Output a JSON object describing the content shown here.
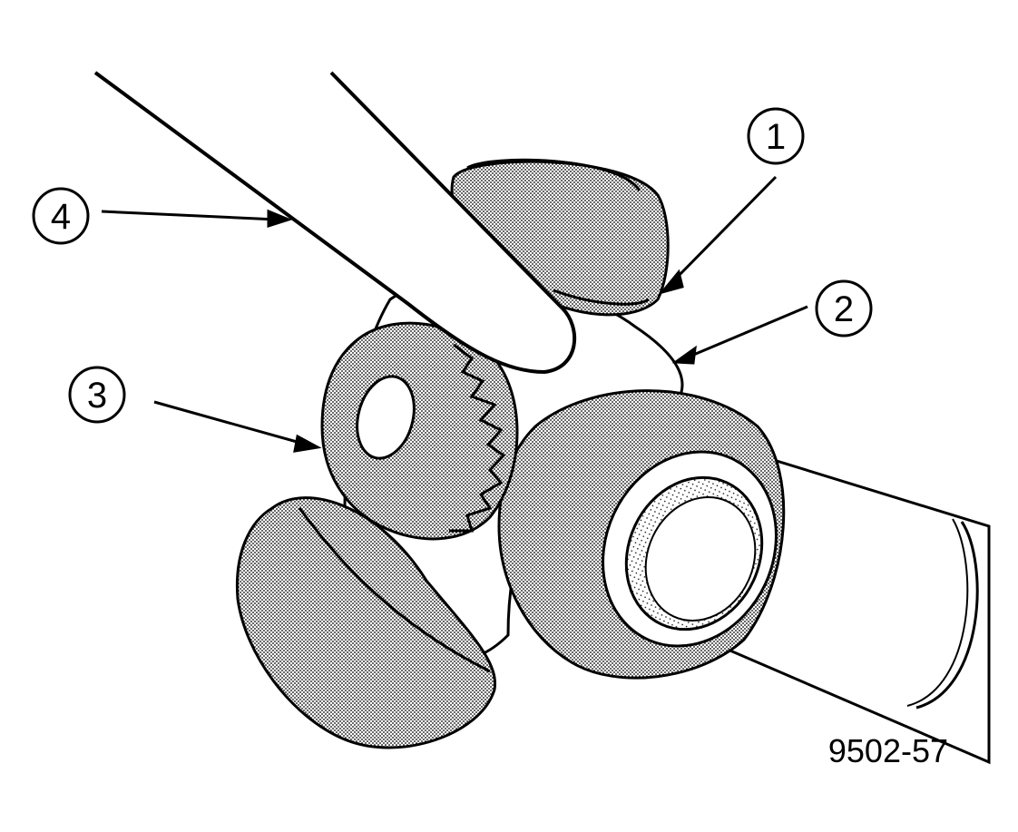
{
  "figure": {
    "id_label": "9502-57",
    "line_color": "#000000",
    "shade_color": "#b8b8b8",
    "background": "#ffffff"
  },
  "callouts": [
    {
      "number": "1"
    },
    {
      "number": "2"
    },
    {
      "number": "3"
    },
    {
      "number": "4"
    }
  ]
}
